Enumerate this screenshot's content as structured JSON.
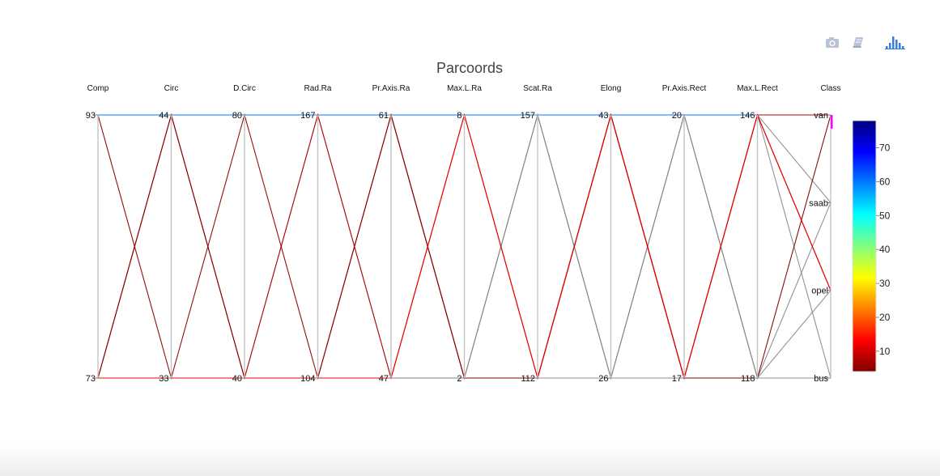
{
  "modebar": {
    "camera_icon": "camera-icon",
    "edit_icon": "edit-icon",
    "logo_icon": "plotly-logo-icon"
  },
  "chart_data": {
    "type": "parcoords",
    "title": "Parcoords",
    "dimensions": [
      {
        "label": "Comp",
        "range": [
          73,
          93
        ],
        "ticks": [
          "73",
          "93"
        ]
      },
      {
        "label": "Circ",
        "range": [
          33,
          44
        ],
        "ticks": [
          "33",
          "44"
        ]
      },
      {
        "label": "D.Circ",
        "range": [
          40,
          80
        ],
        "ticks": [
          "40",
          "80"
        ]
      },
      {
        "label": "Rad.Ra",
        "range": [
          104,
          167
        ],
        "ticks": [
          "104",
          "167"
        ]
      },
      {
        "label": "Pr.Axis.Ra",
        "range": [
          47,
          61
        ],
        "ticks": [
          "47",
          "61"
        ]
      },
      {
        "label": "Max.L.Ra",
        "range": [
          2,
          8
        ],
        "ticks": [
          "2",
          "8"
        ]
      },
      {
        "label": "Scat.Ra",
        "range": [
          112,
          157
        ],
        "ticks": [
          "112",
          "157"
        ]
      },
      {
        "label": "Elong",
        "range": [
          26,
          43
        ],
        "ticks": [
          "26",
          "43"
        ]
      },
      {
        "label": "Pr.Axis.Rect",
        "range": [
          17,
          20
        ],
        "ticks": [
          "17",
          "20"
        ]
      },
      {
        "label": "Max.L.Rect",
        "range": [
          118,
          146
        ],
        "ticks": [
          "118",
          "146"
        ]
      },
      {
        "label": "Class",
        "categorical": true,
        "categories": [
          "bus",
          "opel",
          "saab",
          "van"
        ],
        "ticks": [
          "bus",
          "opel",
          "saab",
          "van"
        ]
      }
    ],
    "lines": [
      {
        "color_value": 60,
        "values": [
          93,
          44,
          80,
          167,
          61,
          8,
          157,
          43,
          20,
          146,
          "van"
        ]
      },
      {
        "color_value": 8,
        "values": [
          73,
          44,
          40,
          167,
          47,
          8,
          112,
          43,
          17,
          146,
          "van"
        ]
      },
      {
        "color_value": 3,
        "values": [
          73,
          44,
          40,
          104,
          61,
          2,
          112,
          43,
          17,
          118,
          "van"
        ]
      },
      {
        "color_value": 5,
        "values": [
          93,
          33,
          80,
          104,
          61,
          2,
          112,
          43,
          17,
          146,
          "opel"
        ]
      },
      {
        "color_value": 12,
        "values": [
          73,
          33,
          40,
          104,
          47,
          8,
          112,
          43,
          17,
          146,
          "opel"
        ]
      },
      {
        "muted": true,
        "values": [
          73,
          33,
          40,
          167,
          47,
          2,
          157,
          26,
          20,
          118,
          "bus"
        ]
      },
      {
        "muted": true,
        "values": [
          93,
          44,
          80,
          167,
          61,
          2,
          157,
          26,
          20,
          146,
          "saab"
        ]
      },
      {
        "muted": true,
        "values": [
          93,
          44,
          80,
          167,
          61,
          8,
          157,
          43,
          20,
          146,
          "bus"
        ]
      },
      {
        "muted": true,
        "values": [
          93,
          44,
          80,
          167,
          61,
          8,
          157,
          43,
          20,
          118,
          "saab"
        ]
      },
      {
        "muted": true,
        "values": [
          73,
          33,
          40,
          104,
          47,
          2,
          112,
          26,
          17,
          118,
          "opel"
        ]
      }
    ],
    "colorscale": [
      "#7f0000",
      "#ff0000",
      "#ff7f00",
      "#ffff00",
      "#7fff7f",
      "#00ffff",
      "#007fff",
      "#0000ff",
      "#00007f"
    ],
    "colorbar": {
      "range": [
        4,
        78
      ],
      "ticks": [
        10,
        20,
        30,
        40,
        50,
        60,
        70
      ]
    },
    "muted_line_color": "#7f7f7f",
    "selection_color": "#ff00ff"
  }
}
